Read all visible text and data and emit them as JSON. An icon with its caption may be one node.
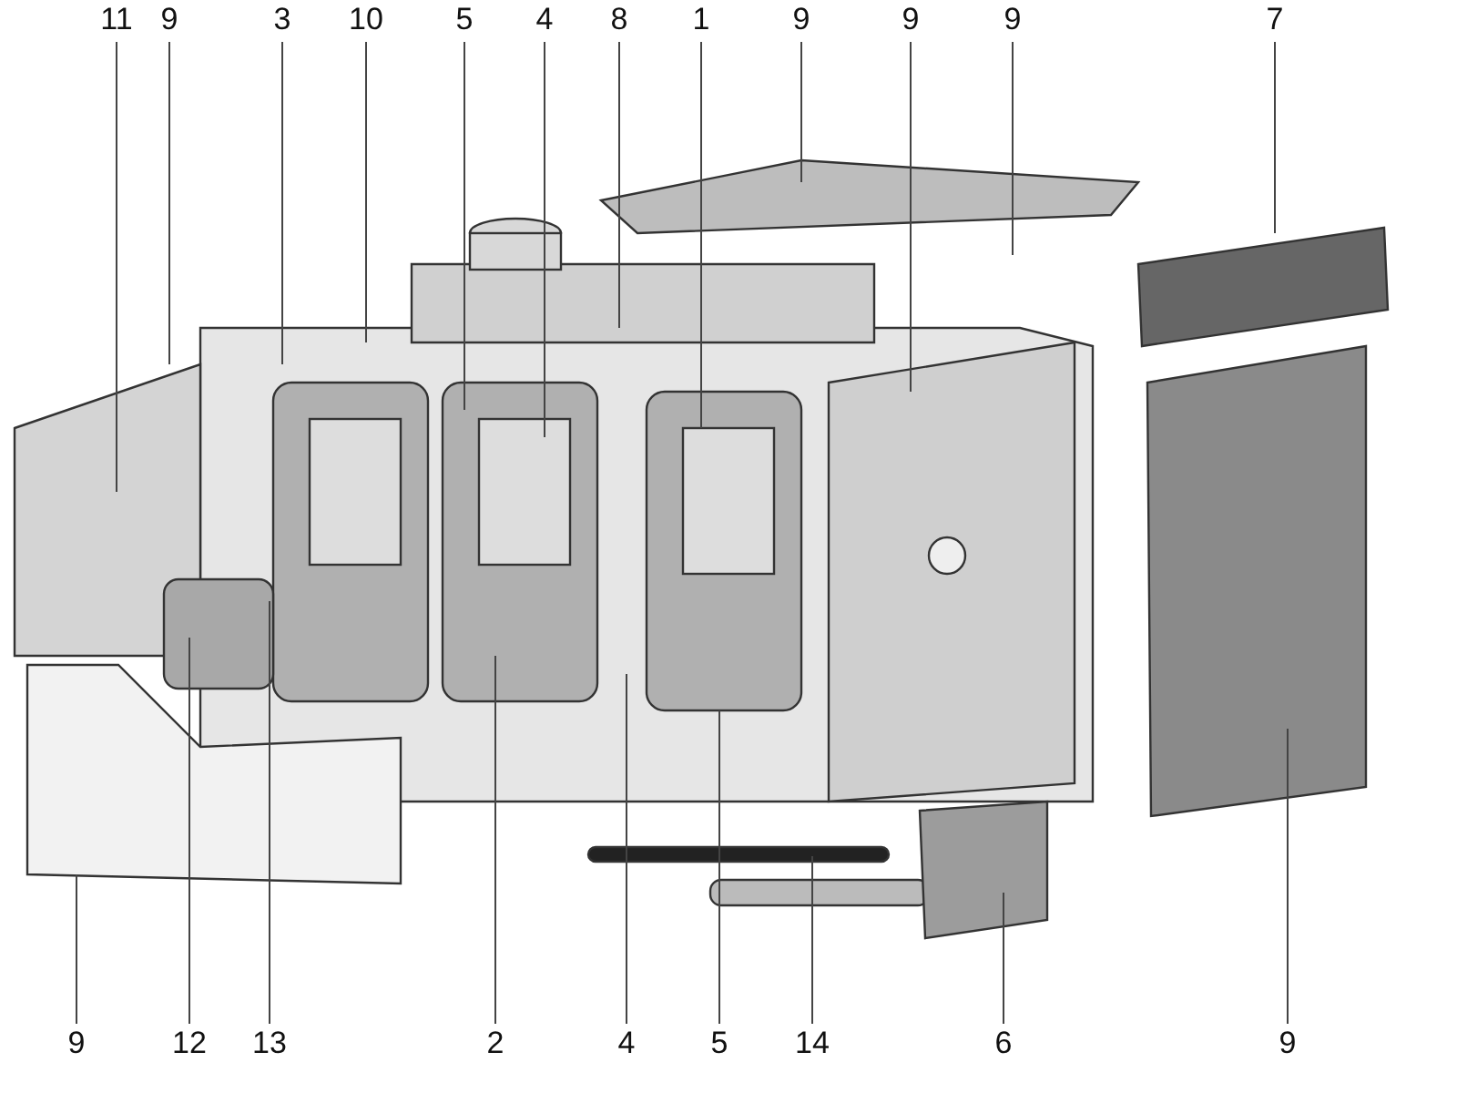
{
  "diagram": {
    "nodes": [
      {
        "text": [
          "11"
        ]
      },
      {
        "text": [
          "9"
        ]
      },
      {
        "text": [
          "3"
        ]
      },
      {
        "text": [
          "10"
        ]
      },
      {
        "text": [
          "5"
        ]
      },
      {
        "text": [
          "4"
        ]
      },
      {
        "text": [
          "8"
        ]
      },
      {
        "text": [
          "1"
        ]
      },
      {
        "text": [
          "9"
        ]
      },
      {
        "text": [
          "9"
        ]
      },
      {
        "text": [
          "9"
        ]
      },
      {
        "text": [
          "7"
        ]
      },
      {
        "text": [
          "9"
        ]
      },
      {
        "text": [
          "12"
        ]
      },
      {
        "text": [
          "13"
        ]
      },
      {
        "text": [
          "2"
        ]
      },
      {
        "text": [
          "4"
        ]
      },
      {
        "text": [
          "5"
        ]
      },
      {
        "text": [
          "14"
        ]
      },
      {
        "text": [
          "6"
        ]
      },
      {
        "text": [
          "9"
        ]
      }
    ],
    "edges": [
      {
        "from": 0,
        "to": null,
        "arrow": "none"
      },
      {
        "from": 1,
        "to": null,
        "arrow": "none"
      },
      {
        "from": 2,
        "to": null,
        "arrow": "none"
      },
      {
        "from": 3,
        "to": null,
        "arrow": "none"
      },
      {
        "from": 4,
        "to": null,
        "arrow": "none"
      },
      {
        "from": 5,
        "to": null,
        "arrow": "none"
      },
      {
        "from": 6,
        "to": null,
        "arrow": "none"
      },
      {
        "from": 7,
        "to": null,
        "arrow": "none"
      },
      {
        "from": 8,
        "to": null,
        "arrow": "none"
      },
      {
        "from": 9,
        "to": null,
        "arrow": "none"
      },
      {
        "from": 10,
        "to": null,
        "arrow": "none"
      },
      {
        "from": 11,
        "to": null,
        "arrow": "none"
      },
      {
        "from": 12,
        "to": null,
        "arrow": "none"
      },
      {
        "from": 13,
        "to": null,
        "arrow": "none"
      },
      {
        "from": 14,
        "to": null,
        "arrow": "none"
      },
      {
        "from": 15,
        "to": null,
        "arrow": "none"
      },
      {
        "from": 16,
        "to": null,
        "arrow": "none"
      },
      {
        "from": 17,
        "to": null,
        "arrow": "none"
      },
      {
        "from": 18,
        "to": null,
        "arrow": "none"
      },
      {
        "from": 19,
        "to": null,
        "arrow": "none"
      },
      {
        "from": 20,
        "to": null,
        "arrow": "none"
      }
    ]
  }
}
